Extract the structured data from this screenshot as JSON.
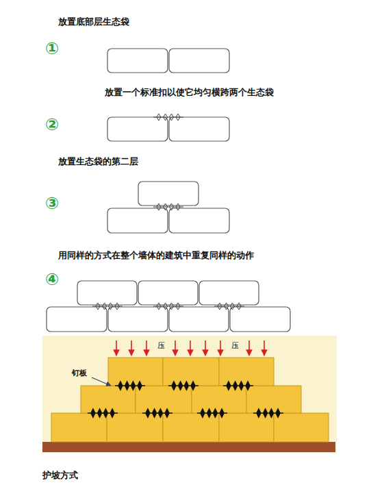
{
  "diagram": {
    "caption": "护坡方式",
    "labels": [
      "放置底部层生态袋",
      "①",
      "放置一个标准扣以使它均匀横跨两个生态袋",
      "②",
      "放置生态袋的第二层",
      "③",
      "用同样的方式在整个墙体的建筑中重复同样的动作",
      "④",
      "压",
      "压",
      "钉板"
    ]
  }
}
